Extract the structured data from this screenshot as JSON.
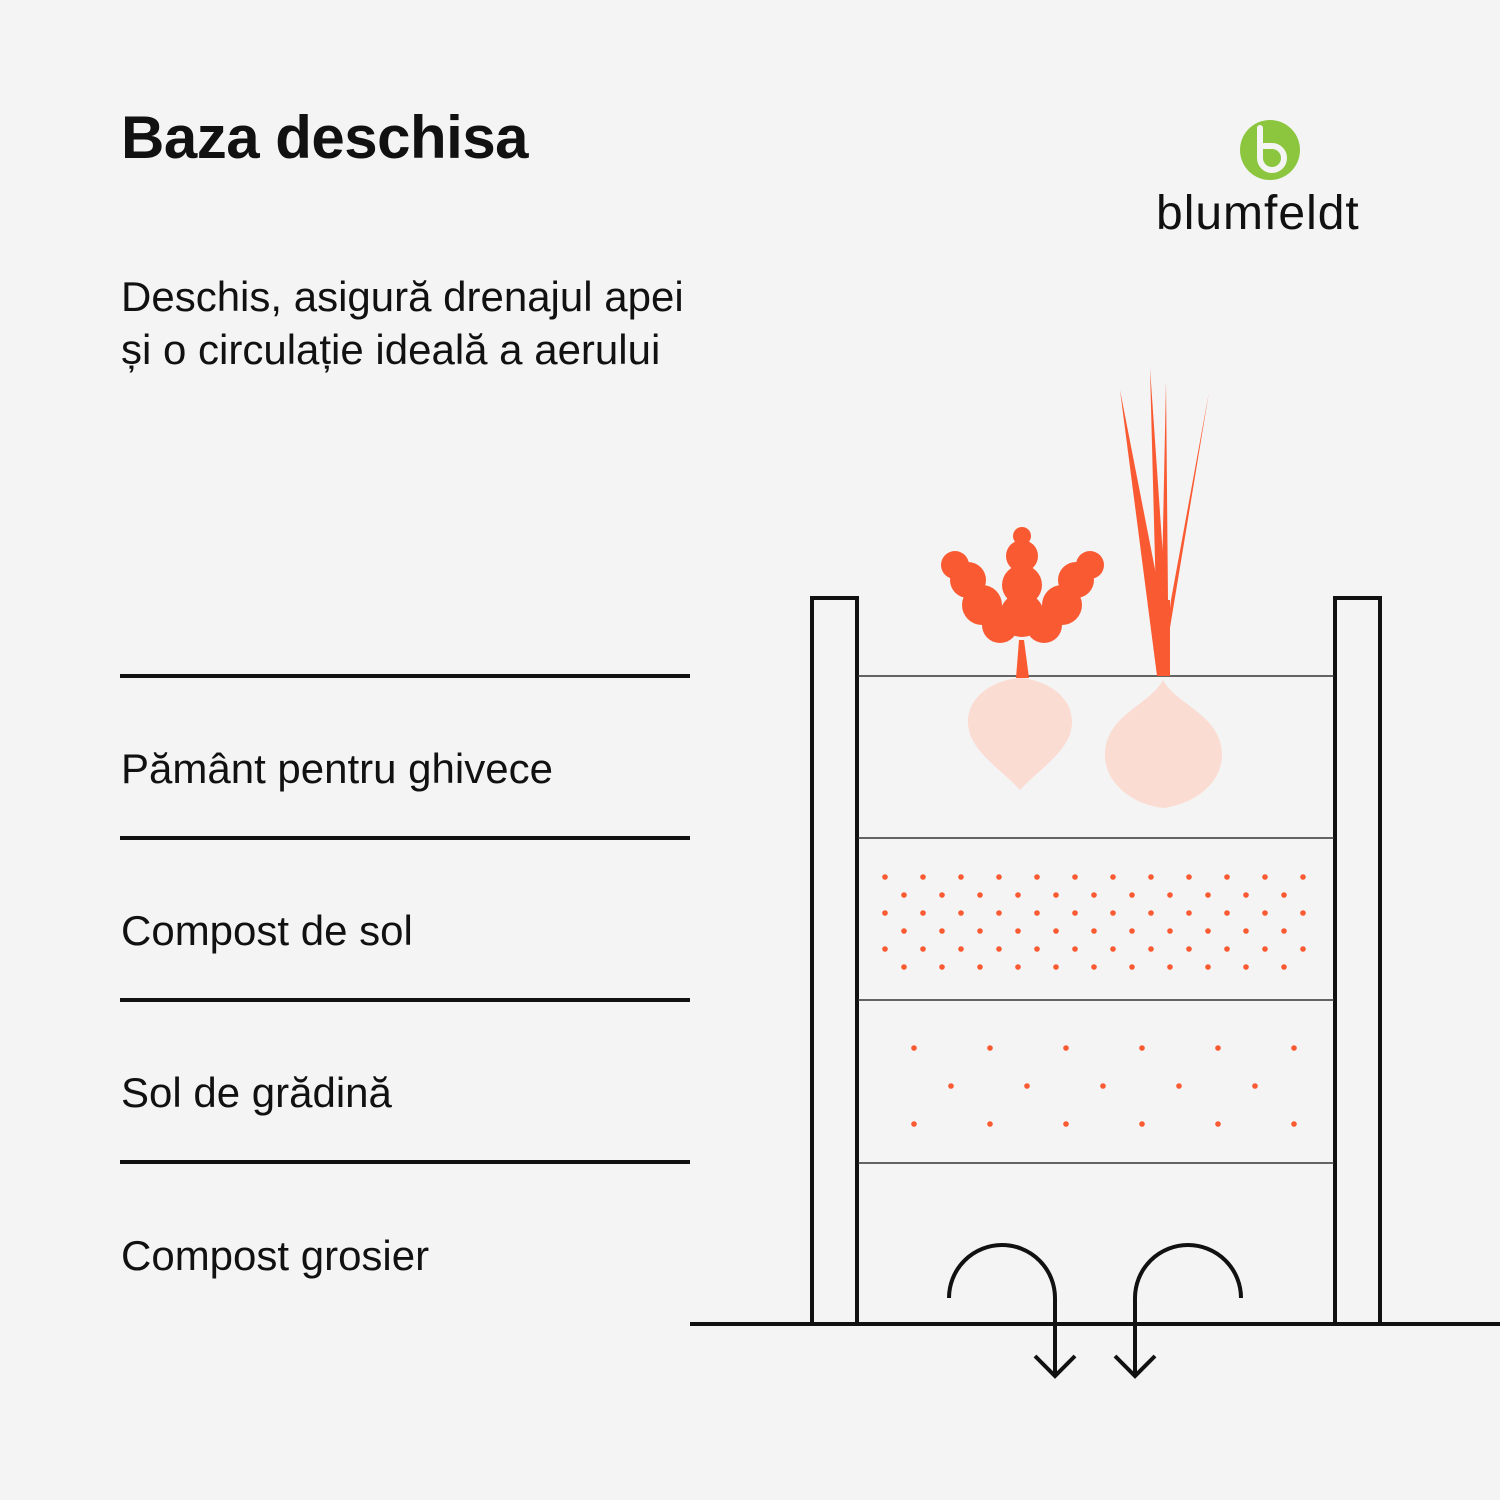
{
  "title": "Baza deschisa",
  "description": "Deschis, asigură drenajul apei și o circulație ideală a aerului",
  "brand": {
    "name": "blumfeldt",
    "color": "#8cc63f"
  },
  "accent_color": "#fa5a32",
  "layers": [
    {
      "label": "Pământ pentru ghivece"
    },
    {
      "label": "Compost de sol"
    },
    {
      "label": "Sol de grădină"
    },
    {
      "label": "Compost grosier"
    }
  ]
}
